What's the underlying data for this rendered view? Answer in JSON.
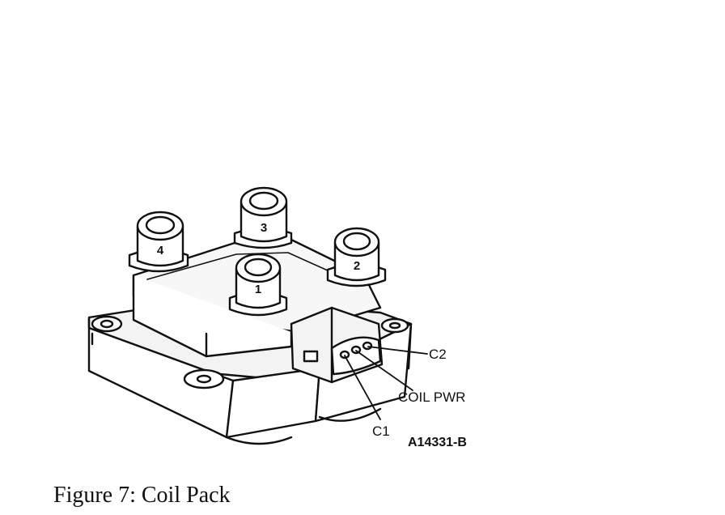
{
  "diagram": {
    "towers": [
      {
        "label": "1"
      },
      {
        "label": "2"
      },
      {
        "label": "3"
      },
      {
        "label": "4"
      }
    ],
    "callouts": {
      "c2": "C2",
      "coil_pwr": "COIL PWR",
      "c1": "C1"
    },
    "part_number": "A14331-B"
  },
  "caption": "Figure 7: Coil Pack"
}
